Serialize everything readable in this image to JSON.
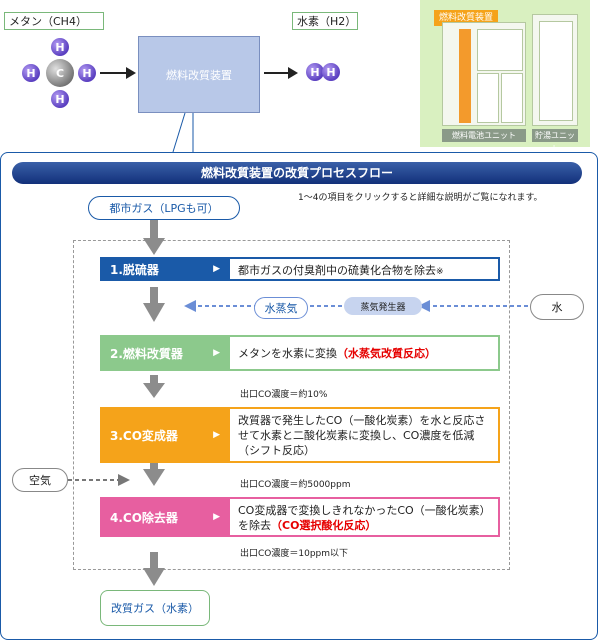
{
  "top": {
    "methane_label": "メタン（CH4）",
    "hydrogen_label": "水素（H2）",
    "reformer_label": "燃料改質装置",
    "atoms": {
      "h": "H",
      "c": "C"
    }
  },
  "unit_panel": {
    "badge": "燃料改質装置",
    "fuel_cell_label": "燃料電池ユニット",
    "storage_label": "貯湯ユニット"
  },
  "flow": {
    "title": "燃料改質装置の改質プロセスフロー",
    "hint": "1～4の項目をクリックすると詳細な説明がご覧になれます。",
    "input": "都市ガス（LPGも可）",
    "output": "改質ガス（水素）",
    "water": "水",
    "steam_generator": "蒸気発生器",
    "steam": "水蒸気",
    "air": "空気",
    "steps": [
      {
        "label": "1.脱硫器",
        "arrow": "▶",
        "desc": "都市ガスの付臭剤中の硫黄化合物を除去",
        "desc_extra": "※",
        "red": ""
      },
      {
        "label": "2.燃料改質器",
        "arrow": "▶",
        "desc": "メタンを水素に変換",
        "desc_extra": "",
        "red": "（水蒸気改質反応）"
      },
      {
        "label": "3.CO変成器",
        "arrow": "▶",
        "desc": "改質器で発生したCO（一酸化炭素）を水と反応させて水素と二酸化炭素に変換し、CO濃度を低減（シフト反応）",
        "desc_extra": "",
        "red": ""
      },
      {
        "label": "4.CO除去器",
        "arrow": "▶",
        "desc": "CO変成器で変換しきれなかったCO（一酸化炭素）を除去",
        "desc_extra": "",
        "red": "（CO選択酸化反応）"
      }
    ],
    "notes": [
      "出口CO濃度＝約10%",
      "出口CO濃度＝約5000ppm",
      "出口CO濃度＝10ppm以下"
    ]
  },
  "colors": {
    "step1": "#1a5aa8",
    "step2": "#8cc98c",
    "step3": "#f5a31a",
    "step4": "#e75fa0",
    "title_bar": "#1a3f8a",
    "panel_bg": "#d9f0c0",
    "reformer_bg": "#b8c8e8"
  }
}
